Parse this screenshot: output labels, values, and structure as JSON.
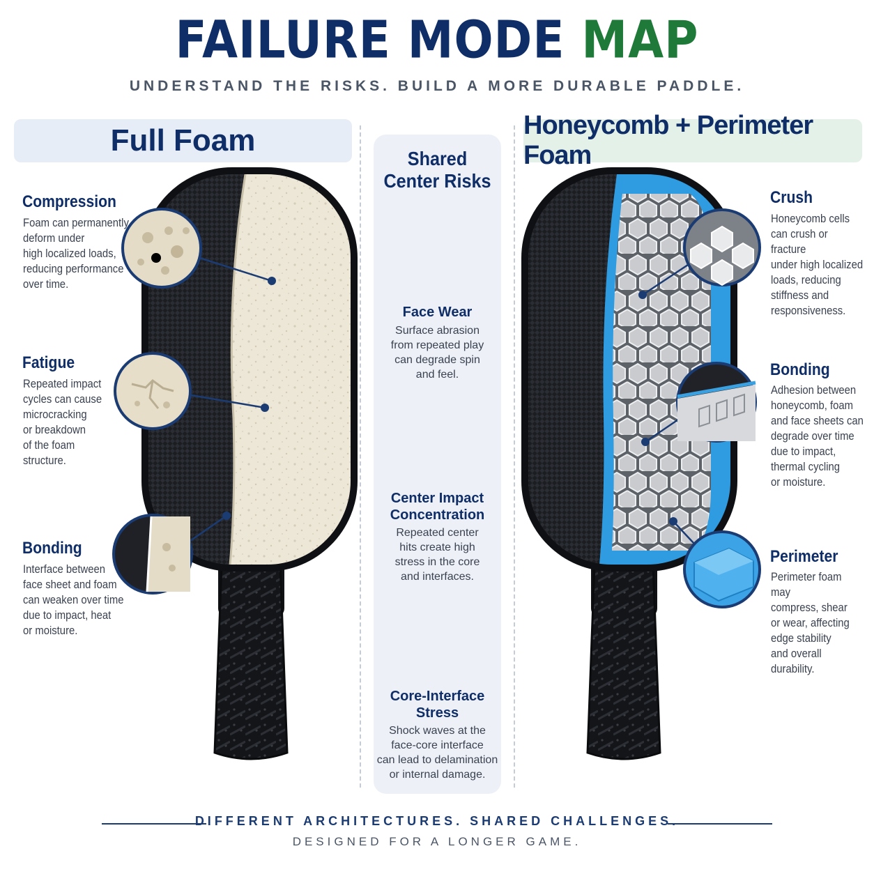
{
  "header": {
    "title_part1": "FAILURE MODE",
    "title_part2": "MAP",
    "subtitle": "UNDERSTAND THE RISKS. BUILD A MORE DURABLE PADDLE."
  },
  "colors": {
    "navy": "#0f2d66",
    "green": "#1f7a3a",
    "foam": "#ece6d6",
    "perimeter_blue": "#2f9be0",
    "carbon": "#1c1e22"
  },
  "left_panel": {
    "title": "Full Foam",
    "failures": [
      {
        "label": "Compression",
        "text": "Foam can permanently\ndeform under\nhigh localized loads,\nreducing performance\nover time.",
        "icon": "foam-cells-closeup"
      },
      {
        "label": "Fatigue",
        "text": "Repeated impact\ncycles can cause\nmicrocracking\nor breakdown\nof the foam\nstructure.",
        "icon": "cracked-foam-closeup"
      },
      {
        "label": "Bonding",
        "text": "Interface between\nface sheet and foam\ncan weaken over time\ndue to impact, heat\nor moisture.",
        "icon": "delamination-closeup"
      }
    ]
  },
  "center_panel": {
    "title": "Shared\nCenter Risks",
    "risks": [
      {
        "label": "Face Wear",
        "text": "Surface abrasion\nfrom repeated play\ncan degrade spin\nand feel.",
        "icon": "scratched-surface-icon"
      },
      {
        "label": "Center Impact\nConcentration",
        "text": "Repeated center\nhits create high\nstress in the core\nand interfaces.",
        "icon": "impact-rings-icon"
      },
      {
        "label": "Core-Interface\nStress",
        "text": "Shock waves at the\nface-core interface\ncan lead to delamination\nor internal damage.",
        "icon": "layer-section-icon"
      }
    ]
  },
  "right_panel": {
    "title": "Honeycomb + Perimeter Foam",
    "failures": [
      {
        "label": "Crush",
        "text": "Honeycomb cells\ncan crush or fracture\nunder high localized\nloads, reducing\nstiffness and\nresponsiveness.",
        "icon": "honeycomb-closeup"
      },
      {
        "label": "Bonding",
        "text": "Adhesion between\nhoneycomb, foam\nand face sheets can\ndegrade over time\ndue to impact,\nthermal cycling\nor moisture.",
        "icon": "honeycomb-bond-closeup"
      },
      {
        "label": "Perimeter",
        "text": "Perimeter foam may\ncompress, shear\nor wear, affecting\nedge stability\nand overall durability.",
        "icon": "perimeter-foam-closeup"
      }
    ]
  },
  "footer": {
    "line1": "DIFFERENT ARCHITECTURES. SHARED CHALLENGES.",
    "line2": "DESIGNED FOR A LONGER GAME."
  }
}
